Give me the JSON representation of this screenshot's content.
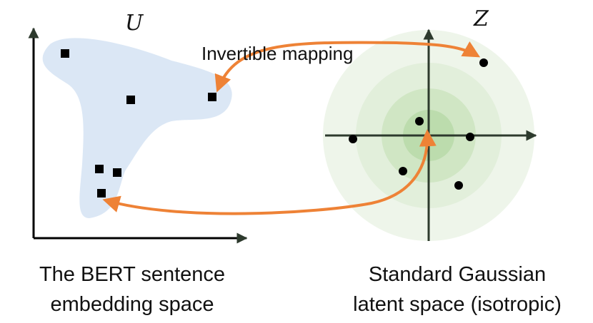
{
  "left_panel": {
    "space_symbol": "U",
    "caption_lines": [
      "The BERT sentence",
      "embedding space"
    ]
  },
  "right_panel": {
    "space_symbol": "Z",
    "caption_lines": [
      "Standard Gaussian",
      "latent space (isotropic)"
    ]
  },
  "mapping_label": "Invertible mapping",
  "colors": {
    "blob": "#dbe7f5",
    "arrow": "#ee8236",
    "gaussian_outer": "#eef5ea",
    "gaussian_mid": "#d6eacc",
    "gaussian_inner": "#bcdcad",
    "axis": "#2d3a2d",
    "marker": "#000000"
  },
  "icons": {
    "square_marker": "square-marker-icon",
    "dot_marker": "dot-marker-icon",
    "arrow": "arrow-icon"
  }
}
